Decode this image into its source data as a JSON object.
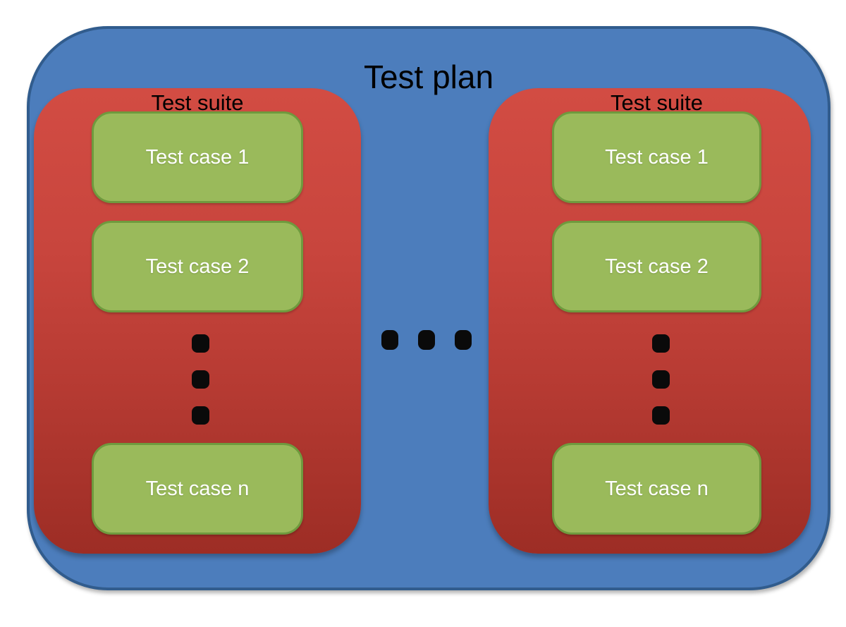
{
  "title": "Test plan",
  "suites": [
    {
      "label": "Test suite",
      "cases": [
        "Test case 1",
        "Test case 2",
        "Test case n"
      ]
    },
    {
      "label": "Test suite",
      "cases": [
        "Test case 1",
        "Test case 2",
        "Test case n"
      ]
    }
  ],
  "ellipsis": {
    "horizontal_dot_count": 3,
    "vertical_dot_count_per_suite": 3
  },
  "colors": {
    "page_background": "#ffffff",
    "plan_fill": "#4c7dbc",
    "plan_border": "#315c8d",
    "suite_gradient_top": "#d24c43",
    "suite_gradient_bottom": "#9d2d25",
    "case_fill": "#9aba5b",
    "case_border": "#6f9a3e",
    "title_text": "#000000",
    "suite_label_text": "#000000",
    "case_text": "#ffffff",
    "dot_color": "#0a0a0a"
  }
}
